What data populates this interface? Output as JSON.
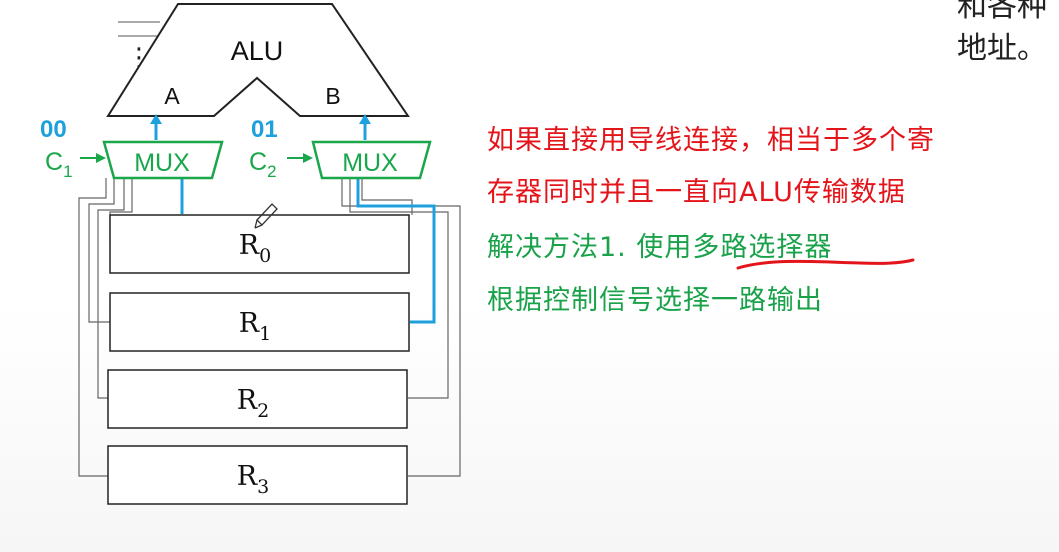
{
  "diagram": {
    "alu_label": "ALU",
    "port_a": "A",
    "port_b": "B",
    "mux_left": {
      "label": "MUX",
      "select_code": "00",
      "control": "C",
      "control_sub": "1"
    },
    "mux_right": {
      "label": "MUX",
      "select_code": "01",
      "control": "C",
      "control_sub": "2"
    },
    "registers": [
      {
        "name": "R",
        "sub": "0"
      },
      {
        "name": "R",
        "sub": "1"
      },
      {
        "name": "R",
        "sub": "2"
      },
      {
        "name": "R",
        "sub": "3"
      }
    ],
    "ellipsis": "⋮"
  },
  "corner_text": "和各种\n地址。",
  "notes": {
    "line1": "如果直接用导线连接，相当于多个寄",
    "line2": "存器同时并且一直向ALU传输数据",
    "line3": "解决方法1. 使用多路选择器",
    "line4": "根据控制信号选择一路输出"
  },
  "colors": {
    "note_red": "#e4141b",
    "note_green": "#19a24a",
    "wire_blue": "#1ea0dc",
    "mux_green": "#1aa64b",
    "select_code_blue": "#1ea0dc",
    "underline_red": "#e4141b"
  }
}
